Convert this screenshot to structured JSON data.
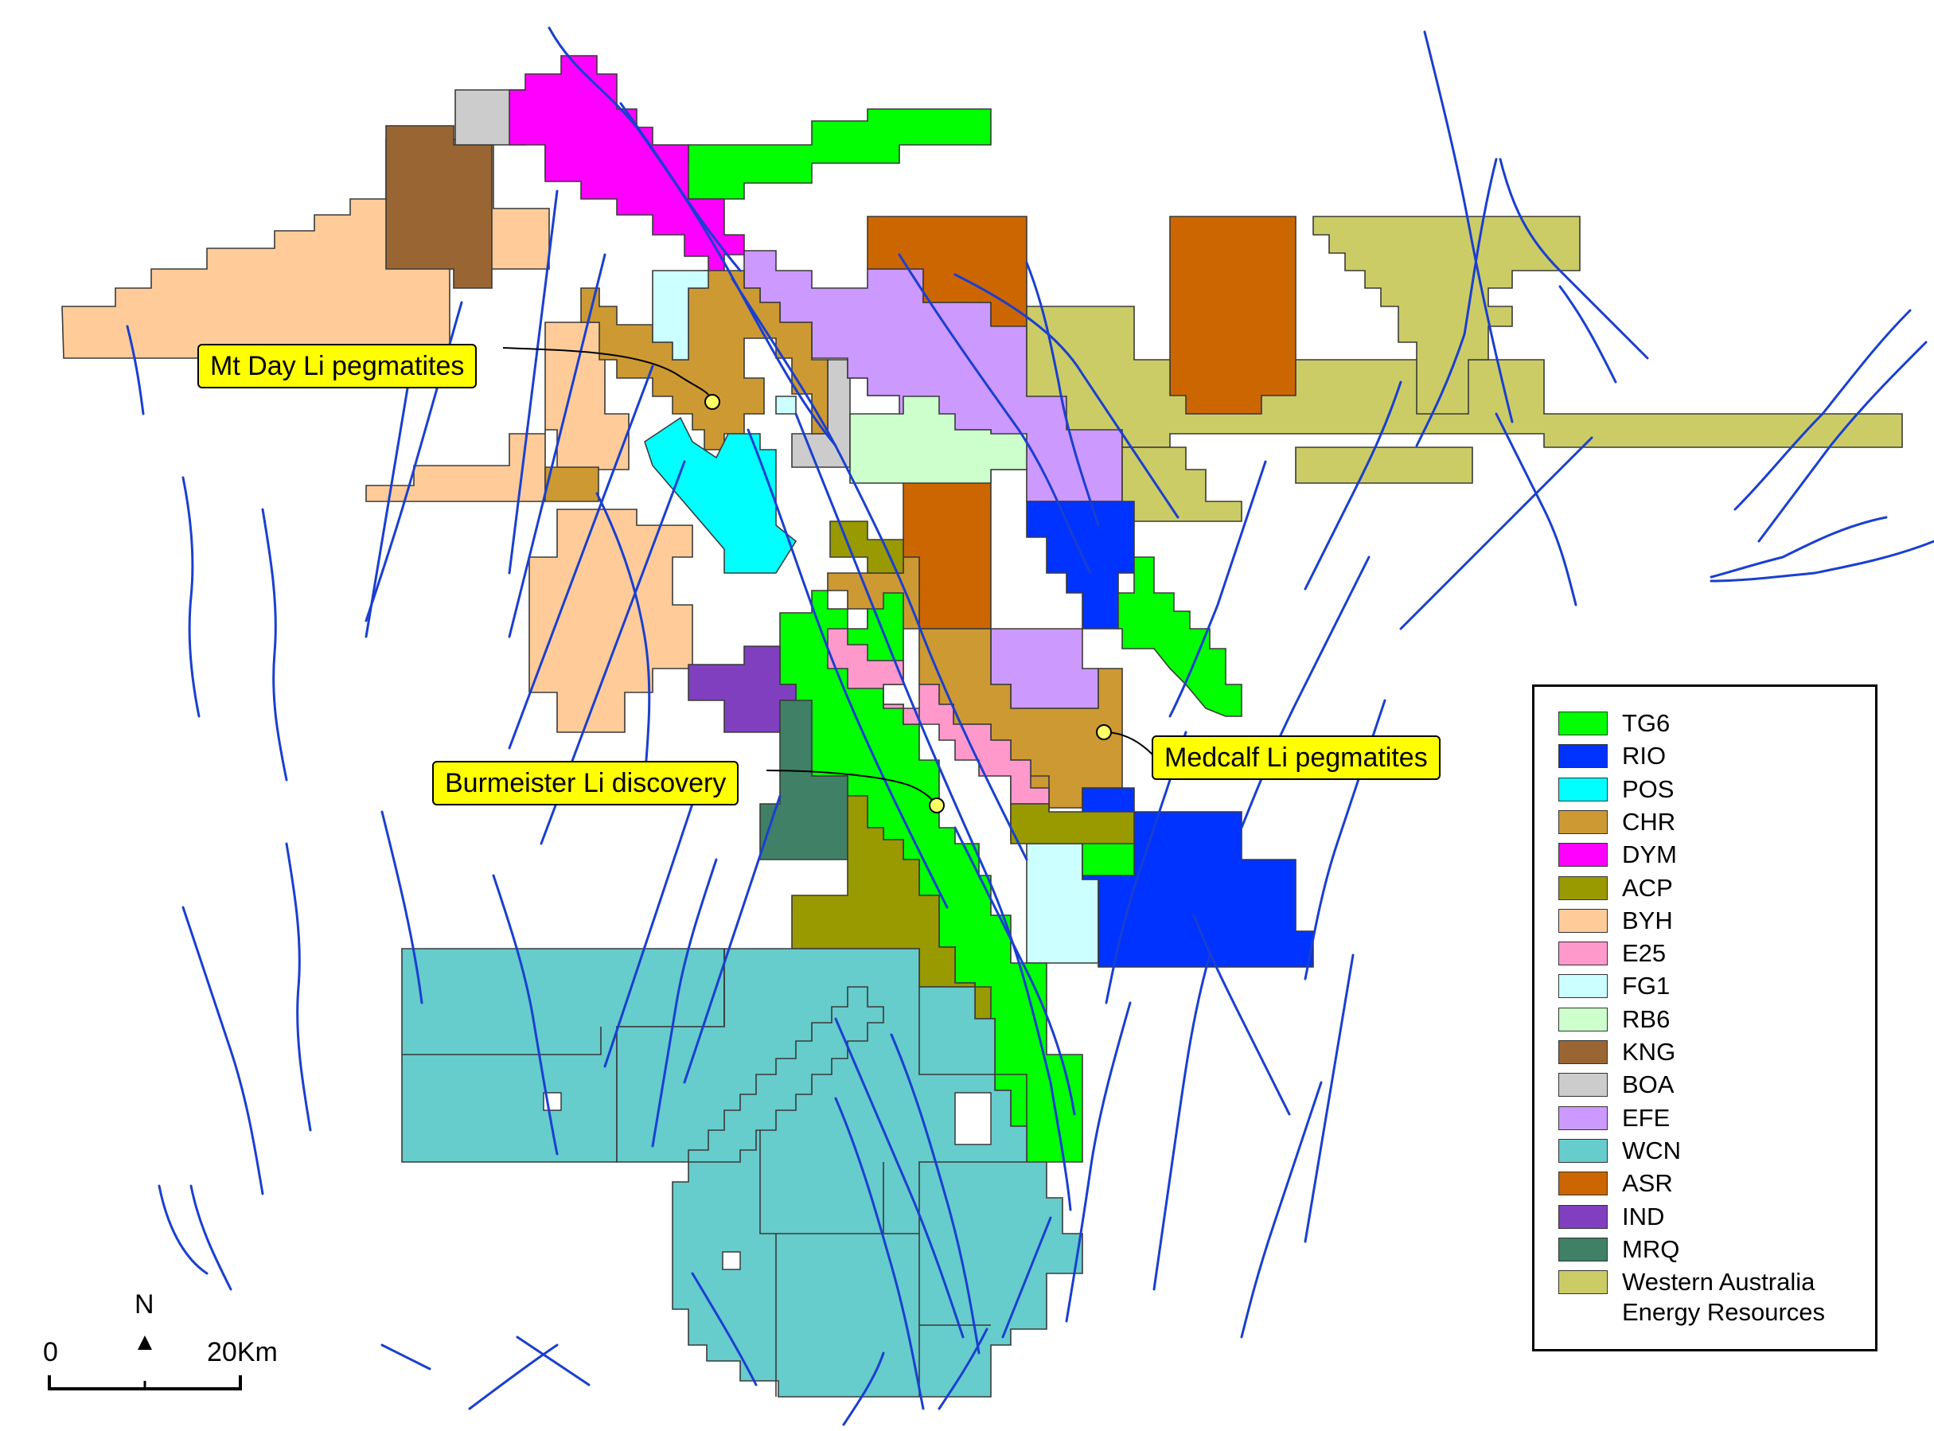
{
  "colors": {
    "TG6": "#00ff00",
    "RIO": "#0033ff",
    "POS": "#00ffff",
    "CHR": "#cc9933",
    "DYM": "#ff00ff",
    "ACP": "#999900",
    "BYH": "#ffcc99",
    "E25": "#ff99cc",
    "FG1": "#ccffff",
    "RB6": "#ccffcc",
    "KNG": "#996633",
    "BOA": "#cccccc",
    "EFE": "#cc99ff",
    "WCN": "#66cccc",
    "ASR": "#cc6600",
    "IND": "#7f3fbf",
    "MRQ": "#3f8066",
    "WAER": "#cccc66",
    "fault": "#1a3fd0",
    "callout": "#ffff00"
  },
  "callouts": {
    "mt_day": "Mt Day Li pegmatites",
    "medcalf": "Medcalf Li pegmatites",
    "burmeister": "Burmeister Li discovery"
  },
  "legend": {
    "items": [
      {
        "code": "TG6",
        "label": "TG6"
      },
      {
        "code": "RIO",
        "label": "RIO"
      },
      {
        "code": "POS",
        "label": "POS"
      },
      {
        "code": "CHR",
        "label": "CHR"
      },
      {
        "code": "DYM",
        "label": "DYM"
      },
      {
        "code": "ACP",
        "label": "ACP"
      },
      {
        "code": "BYH",
        "label": "BYH"
      },
      {
        "code": "E25",
        "label": "E25"
      },
      {
        "code": "FG1",
        "label": "FG1"
      },
      {
        "code": "RB6",
        "label": "RB6"
      },
      {
        "code": "KNG",
        "label": "KNG"
      },
      {
        "code": "BOA",
        "label": "BOA"
      },
      {
        "code": "EFE",
        "label": "EFE"
      },
      {
        "code": "WCN",
        "label": "WCN"
      },
      {
        "code": "ASR",
        "label": "ASR"
      },
      {
        "code": "IND",
        "label": "IND"
      },
      {
        "code": "MRQ",
        "label": "MRQ"
      },
      {
        "code": "WAER",
        "label": "Western Australia",
        "label2": "Energy Resources"
      }
    ]
  },
  "scale_bar": {
    "north": "N",
    "start": "0",
    "end": "20Km"
  }
}
